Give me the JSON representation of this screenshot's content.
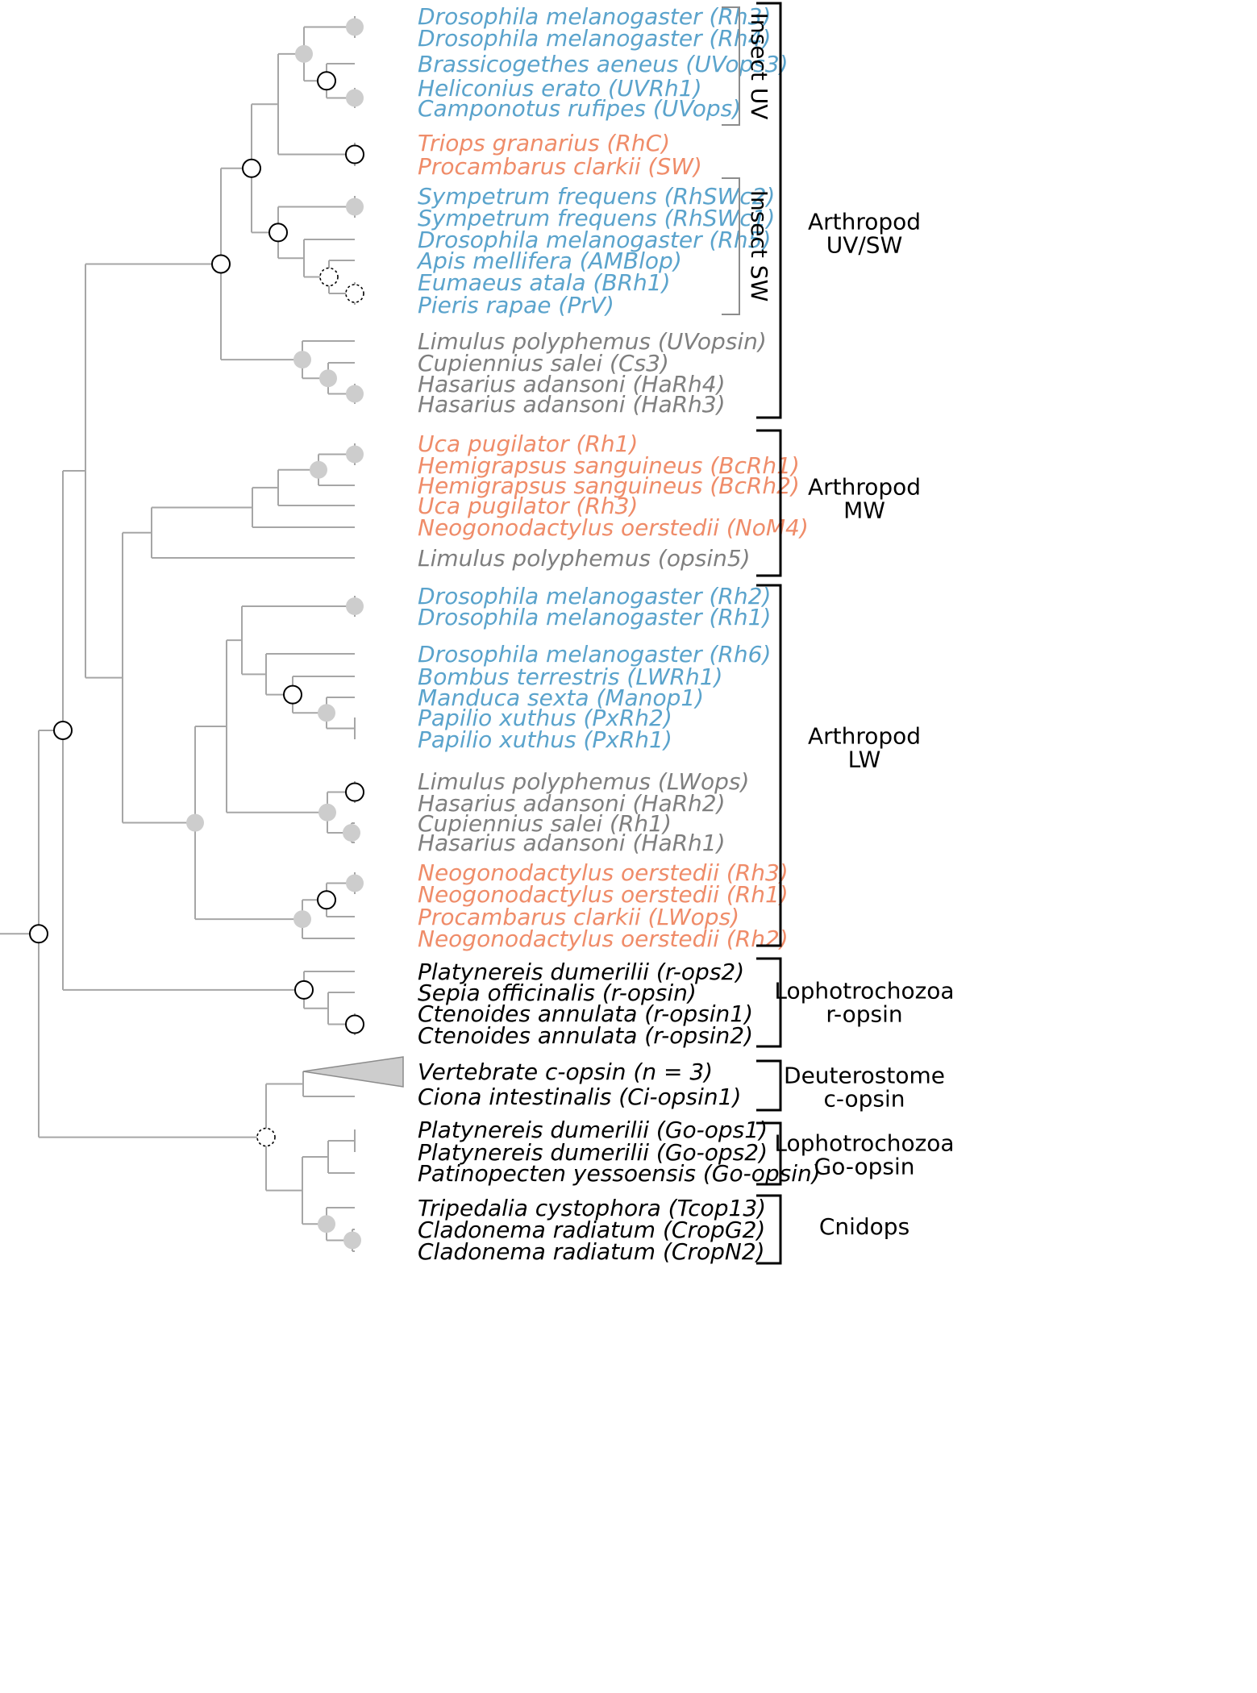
{
  "colors": {
    "insect": "#5aa3cc",
    "crustacean": "#ef8c69",
    "chelicerate": "#7f7f7f",
    "other": "#000000",
    "branch": "#a6a6a6",
    "filled_node": "#cdcdcd"
  },
  "leaves": [
    {
      "label": "Drosophila melanogaster (Rh3)",
      "group": "insect"
    },
    {
      "label": "Drosophila melanogaster (Rh4)",
      "group": "insect"
    },
    {
      "label": "Brassicogethes aeneus (UVops3)",
      "group": "insect"
    },
    {
      "label": "Heliconius erato (UVRh1)",
      "group": "insect"
    },
    {
      "label": "Camponotus rufipes (UVops)",
      "group": "insect"
    },
    {
      "label": "Triops granarius (RhC)",
      "group": "crustacean"
    },
    {
      "label": "Procambarus clarkii (SW)",
      "group": "crustacean"
    },
    {
      "label": "Sympetrum frequens (RhSWc2)",
      "group": "insect"
    },
    {
      "label": "Sympetrum frequens (RhSWc1)",
      "group": "insect"
    },
    {
      "label": "Drosophila melanogaster (Rh5)",
      "group": "insect"
    },
    {
      "label": "Apis mellifera (AMBlop)",
      "group": "insect"
    },
    {
      "label": "Eumaeus atala (BRh1)",
      "group": "insect"
    },
    {
      "label": "Pieris rapae (PrV)",
      "group": "insect"
    },
    {
      "label": "Limulus polyphemus (UVopsin)",
      "group": "chelicerate"
    },
    {
      "label": "Cupiennius salei (Cs3)",
      "group": "chelicerate"
    },
    {
      "label": "Hasarius adansoni (HaRh4)",
      "group": "chelicerate"
    },
    {
      "label": "Hasarius adansoni (HaRh3)",
      "group": "chelicerate"
    },
    {
      "label": "Uca pugilator (Rh1)",
      "group": "crustacean"
    },
    {
      "label": "Hemigrapsus sanguineus (BcRh1)",
      "group": "crustacean"
    },
    {
      "label": "Hemigrapsus sanguineus (BcRh2)",
      "group": "crustacean"
    },
    {
      "label": "Uca pugilator (Rh3)",
      "group": "crustacean"
    },
    {
      "label": "Neogonodactylus oerstedii (NoM4)",
      "group": "crustacean"
    },
    {
      "label": "Limulus polyphemus (opsin5)",
      "group": "chelicerate"
    },
    {
      "label": "Drosophila melanogaster (Rh2)",
      "group": "insect"
    },
    {
      "label": "Drosophila melanogaster (Rh1)",
      "group": "insect"
    },
    {
      "label": "Drosophila melanogaster (Rh6)",
      "group": "insect"
    },
    {
      "label": "Bombus terrestris (LWRh1)",
      "group": "insect"
    },
    {
      "label": "Manduca sexta (Manop1)",
      "group": "insect"
    },
    {
      "label": "Papilio xuthus (PxRh2)",
      "group": "insect"
    },
    {
      "label": "Papilio xuthus (PxRh1)",
      "group": "insect"
    },
    {
      "label": "Limulus polyphemus (LWops)",
      "group": "chelicerate"
    },
    {
      "label": "Hasarius adansoni (HaRh2)",
      "group": "chelicerate"
    },
    {
      "label": "Cupiennius salei (Rh1)",
      "group": "chelicerate"
    },
    {
      "label": "Hasarius adansoni (HaRh1)",
      "group": "chelicerate"
    },
    {
      "label": "Neogonodactylus oerstedii (Rh3)",
      "group": "crustacean"
    },
    {
      "label": "Neogonodactylus oerstedii (Rh1)",
      "group": "crustacean"
    },
    {
      "label": "Procambarus clarkii (LWops)",
      "group": "crustacean"
    },
    {
      "label": "Neogonodactylus oerstedii (Rh2)",
      "group": "crustacean"
    },
    {
      "label": "Platynereis dumerilii (r-ops2)",
      "group": "other"
    },
    {
      "label": "Sepia officinalis (r-opsin)",
      "group": "other"
    },
    {
      "label": "Ctenoides annulata (r-opsin1)",
      "group": "other"
    },
    {
      "label": "Ctenoides annulata (r-opsin2)",
      "group": "other"
    },
    {
      "label": "Vertebrate c-opsin (n = 3)",
      "group": "other"
    },
    {
      "label": "Ciona intestinalis (Ci-opsin1)",
      "group": "other"
    },
    {
      "label": "Platynereis dumerilii (Go-ops1)",
      "group": "other"
    },
    {
      "label": "Platynereis dumerilii (Go-ops2)",
      "group": "other"
    },
    {
      "label": "Patinopecten yessoensis (Go-opsin)",
      "group": "other"
    },
    {
      "label": "Tripedalia cystophora (Tcop13)",
      "group": "other"
    },
    {
      "label": "Cladonema radiatum (CropG2)",
      "group": "other"
    },
    {
      "label": "Cladonema radiatum (CropN2)",
      "group": "other"
    }
  ],
  "inner_clades": [
    {
      "label": "Insect UV"
    },
    {
      "label": "Insect SW"
    }
  ],
  "clades": [
    {
      "lines": [
        "Arthropod",
        "UV/SW"
      ]
    },
    {
      "lines": [
        "Arthropod",
        "MW"
      ]
    },
    {
      "lines": [
        "Arthropod",
        "LW"
      ]
    },
    {
      "lines": [
        "Lophotrochozoa",
        "r-opsin"
      ]
    },
    {
      "lines": [
        "Deuterostome",
        "c-opsin"
      ]
    },
    {
      "lines": [
        "Lophotrochozoa",
        "Go-opsin"
      ]
    },
    {
      "lines": [
        "Cnidops"
      ]
    }
  ]
}
